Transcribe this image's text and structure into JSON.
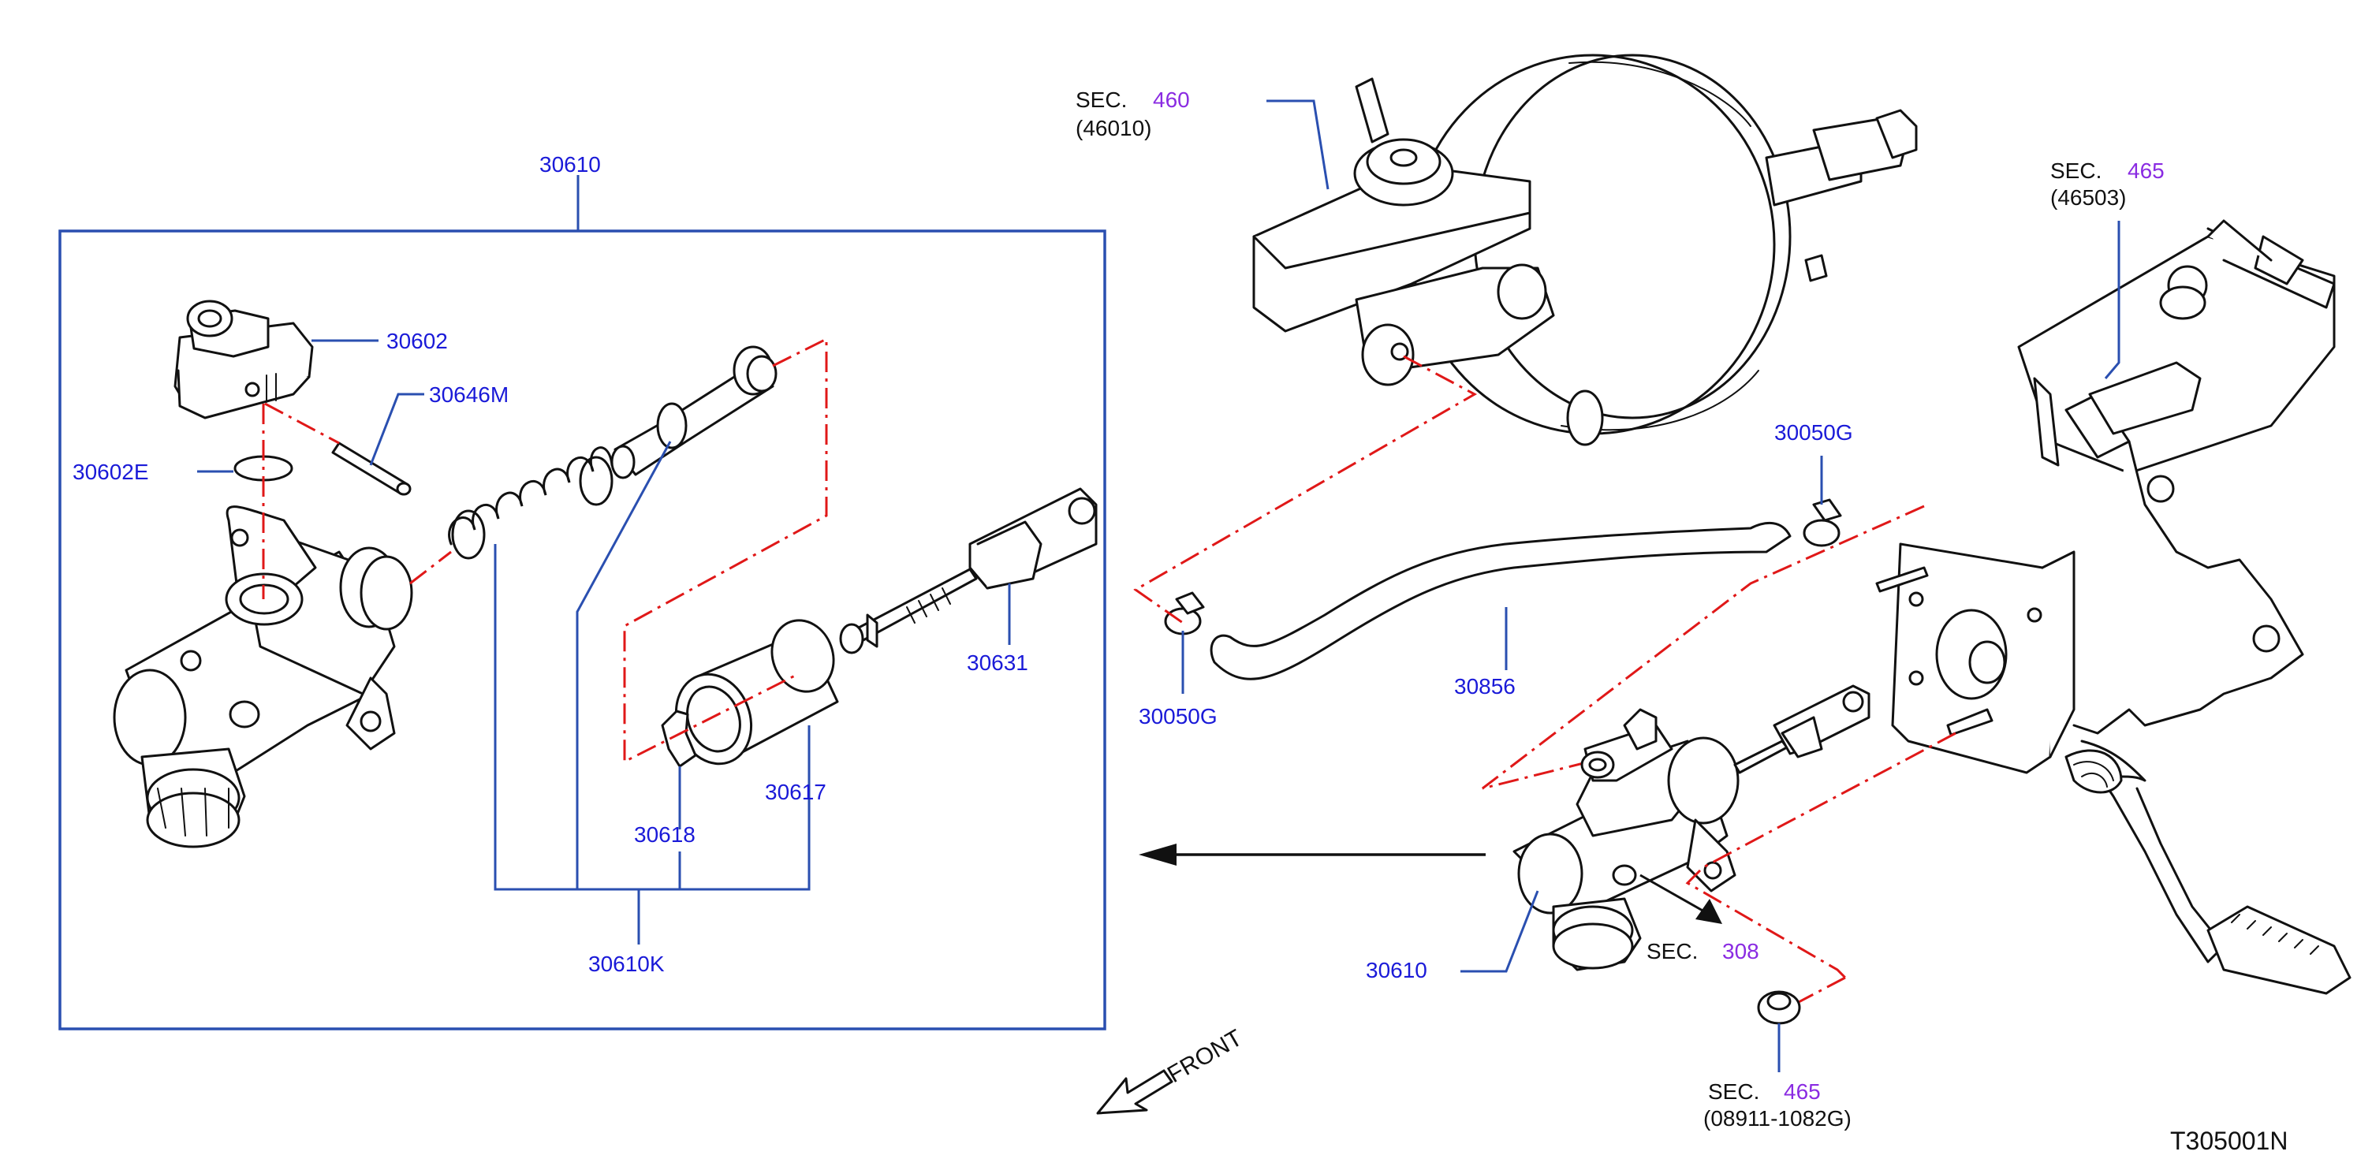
{
  "labels": {
    "p30610_top": "30610",
    "p30602": "30602",
    "p30646M": "30646M",
    "p30602E": "30602E",
    "p30631": "30631",
    "p30618": "30618",
    "p30617": "30617",
    "p30610K": "30610K",
    "p30050G_left": "30050G",
    "p30050G_right": "30050G",
    "p30856": "30856",
    "p30610_right": "30610"
  },
  "sections": {
    "sec460": {
      "prefix": "SEC.",
      "number": "460",
      "ref": "(46010)"
    },
    "sec465_top": {
      "prefix": "SEC.",
      "number": "465",
      "ref": "(46503)"
    },
    "sec308": {
      "prefix": "SEC.",
      "number": "308"
    },
    "sec465_bottom": {
      "prefix": "SEC.",
      "number": "465",
      "ref": "(08911-1082G)"
    }
  },
  "front_label": "FRONT",
  "diagram_code": "T305001N",
  "colors": {
    "part_number": "#1a1ad8",
    "section_number": "#8a2be2",
    "leader": "#2a4fb0",
    "phantom": "#e01818"
  }
}
